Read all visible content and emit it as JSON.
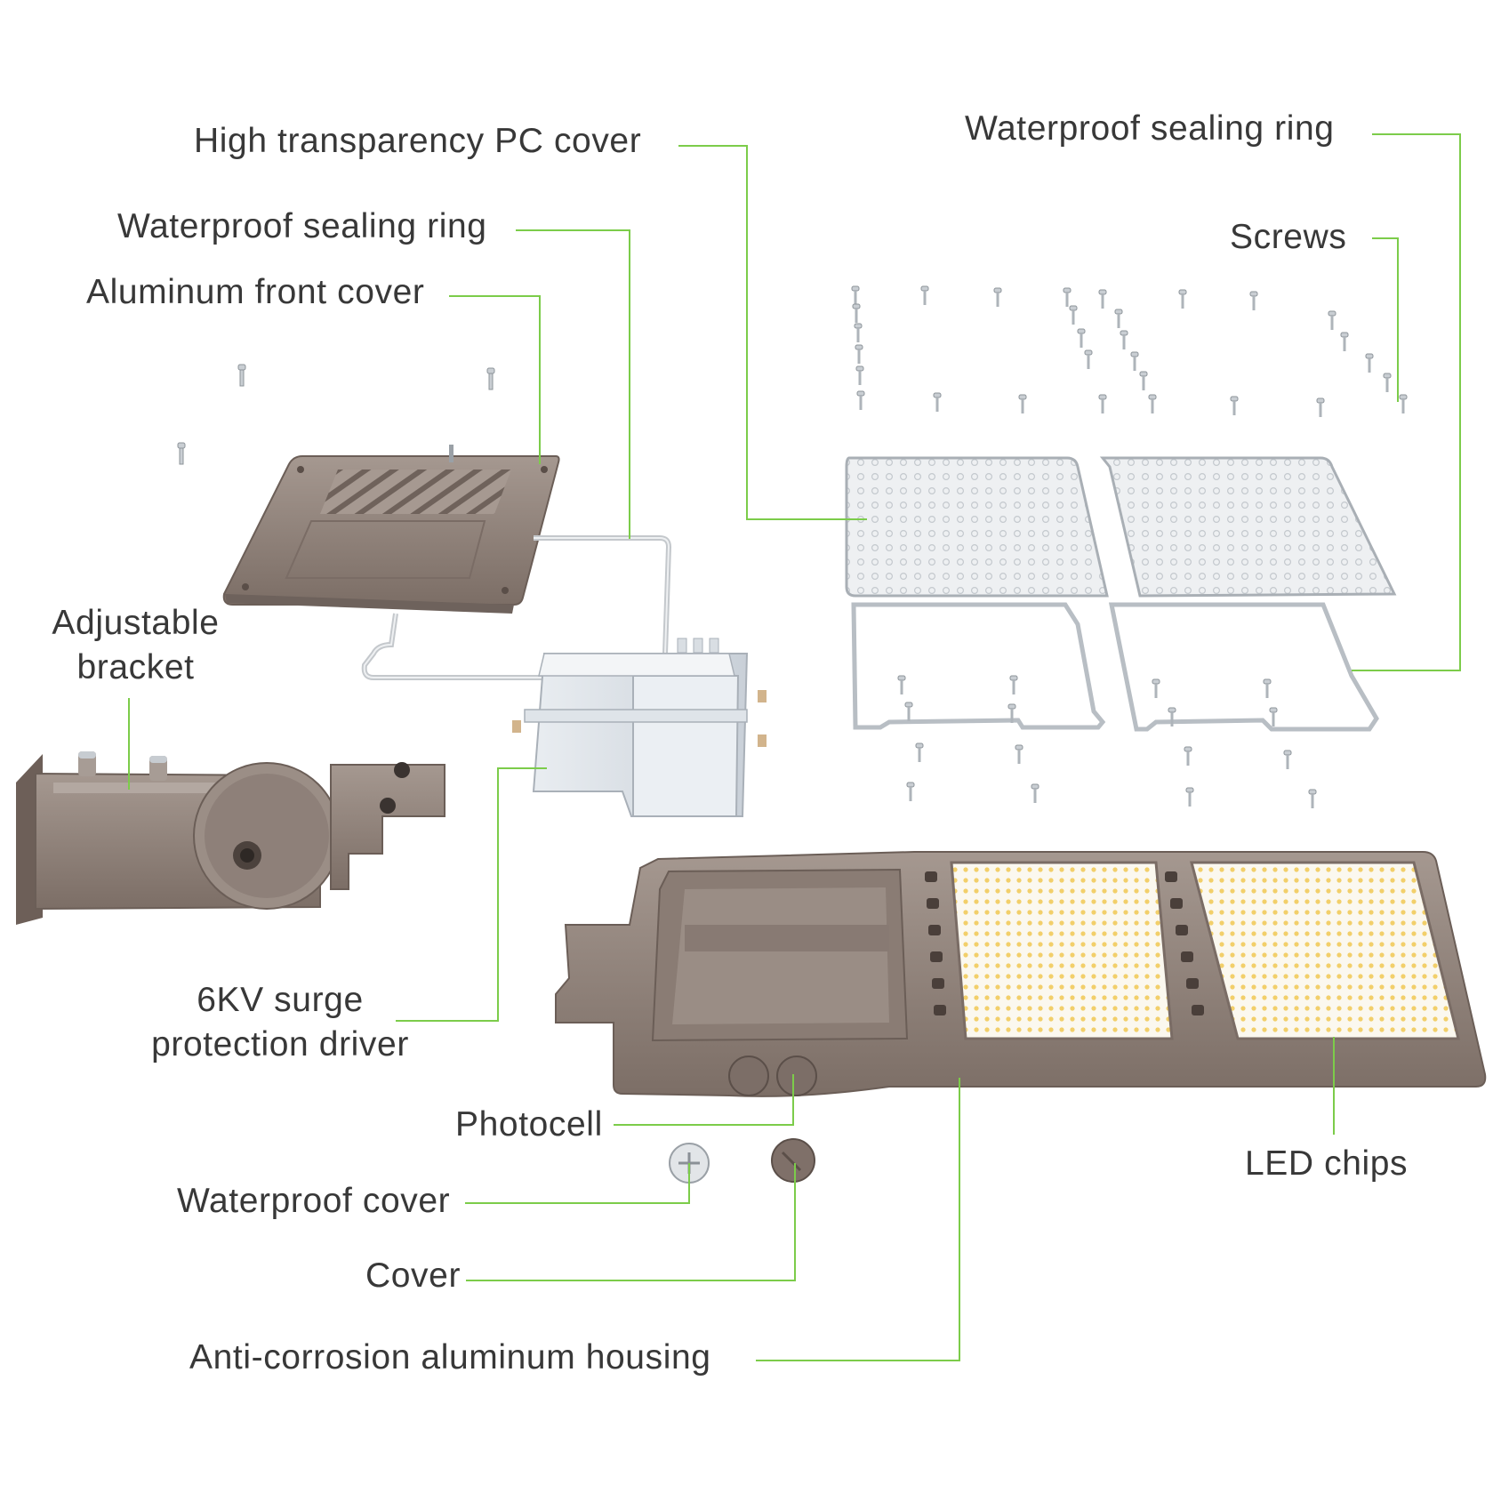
{
  "accent_color": "#7ccc4a",
  "metal_color": "#8e7f76",
  "labels": {
    "pc_cover": "High transparency PC cover",
    "seal_ring_left": "Waterproof sealing ring",
    "front_cover": "Aluminum front cover",
    "bracket_line1": "Adjustable",
    "bracket_line2": "bracket",
    "surge_line1": "6KV surge",
    "surge_line2": "protection driver",
    "photocell": "Photocell",
    "waterproof_cover": "Waterproof cover",
    "cover": "Cover",
    "housing": "Anti-corrosion aluminum housing",
    "seal_ring_right": "Waterproof sealing ring",
    "screws": "Screws",
    "led_chips": "LED chips"
  }
}
